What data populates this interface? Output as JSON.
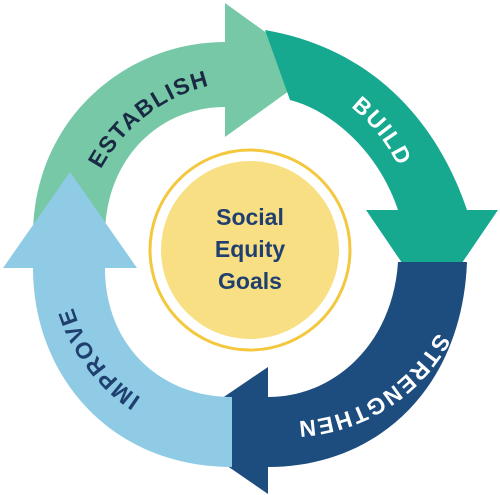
{
  "center": {
    "lines": [
      "Social",
      "Equity",
      "Goals"
    ],
    "fill_color": "#f9df83",
    "ring_color": "#f4c83e",
    "text_color": "#1f3f6e"
  },
  "segments": [
    {
      "label": "ESTABLISH",
      "color": "#77c8a6",
      "text_color": "#1a2a44"
    },
    {
      "label": "BUILD",
      "color": "#17a890",
      "text_color": "#ffffff"
    },
    {
      "label": "STRENGTHEN",
      "color": "#1d4c7e",
      "text_color": "#ffffff"
    },
    {
      "label": "IMPROVE",
      "color": "#8fcbe5",
      "text_color": "#1f3f6e"
    }
  ]
}
